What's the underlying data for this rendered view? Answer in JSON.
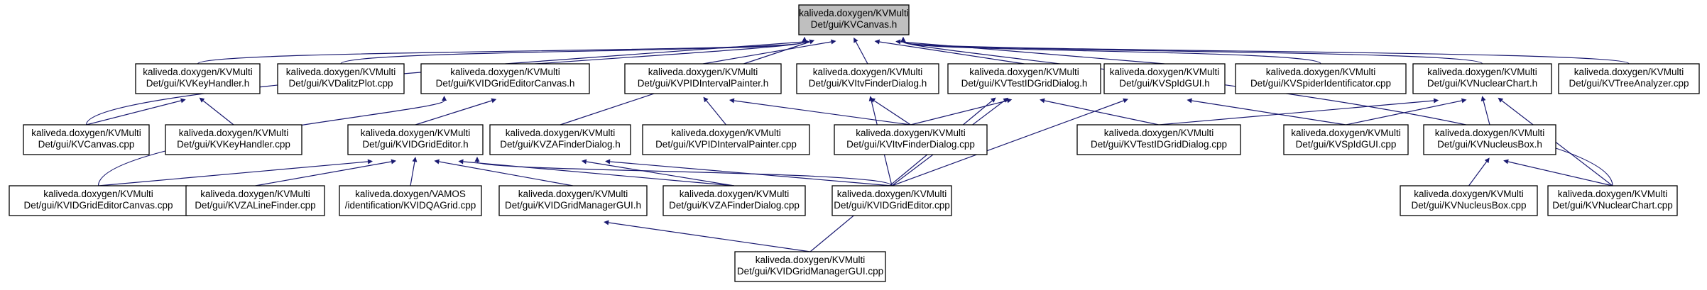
{
  "nodes": [
    {
      "id": "root",
      "lines": [
        "kaliveda.doxygen/KVMulti",
        "Det/gui/KVCanvas.h"
      ],
      "root": true
    },
    {
      "id": "keyhandler_h",
      "lines": [
        "kaliveda.doxygen/KVMulti",
        "Det/gui/KVKeyHandler.h"
      ]
    },
    {
      "id": "dalitzplot_cpp",
      "lines": [
        "kaliveda.doxygen/KVMulti",
        "Det/gui/KVDalitzPlot.cpp"
      ]
    },
    {
      "id": "idgrideditorcanvas_h",
      "lines": [
        "kaliveda.doxygen/KVMulti",
        "Det/gui/KVIDGridEditorCanvas.h"
      ]
    },
    {
      "id": "pidintervalpainter_h",
      "lines": [
        "kaliveda.doxygen/KVMulti",
        "Det/gui/KVPIDIntervalPainter.h"
      ]
    },
    {
      "id": "itvfinderdialog_h",
      "lines": [
        "kaliveda.doxygen/KVMulti",
        "Det/gui/KVItvFinderDialog.h"
      ]
    },
    {
      "id": "testidgriddialog_h",
      "lines": [
        "kaliveda.doxygen/KVMulti",
        "Det/gui/KVTestIDGridDialog.h"
      ]
    },
    {
      "id": "spidgui_h",
      "lines": [
        "kaliveda.doxygen/KVMulti",
        "Det/gui/KVSpIdGUI.h"
      ]
    },
    {
      "id": "spideridentificator_cpp",
      "lines": [
        "kaliveda.doxygen/KVMulti",
        "Det/gui/KVSpiderIdentificator.cpp"
      ]
    },
    {
      "id": "nuclearchart_h",
      "lines": [
        "kaliveda.doxygen/KVMulti",
        "Det/gui/KVNuclearChart.h"
      ]
    },
    {
      "id": "treeanalyzer_cpp",
      "lines": [
        "kaliveda.doxygen/KVMulti",
        "Det/gui/KVTreeAnalyzer.cpp"
      ]
    },
    {
      "id": "canvas_cpp",
      "lines": [
        "kaliveda.doxygen/KVMulti",
        "Det/gui/KVCanvas.cpp"
      ]
    },
    {
      "id": "keyhandler_cpp",
      "lines": [
        "kaliveda.doxygen/KVMulti",
        "Det/gui/KVKeyHandler.cpp"
      ]
    },
    {
      "id": "idgrideditor_h",
      "lines": [
        "kaliveda.doxygen/KVMulti",
        "Det/gui/KVIDGridEditor.h"
      ]
    },
    {
      "id": "zafinderdialog_h",
      "lines": [
        "kaliveda.doxygen/KVMulti",
        "Det/gui/KVZAFinderDialog.h"
      ]
    },
    {
      "id": "pidintervalpainter_cpp",
      "lines": [
        "kaliveda.doxygen/KVMulti",
        "Det/gui/KVPIDIntervalPainter.cpp"
      ]
    },
    {
      "id": "itvfinderdialog_cpp",
      "lines": [
        "kaliveda.doxygen/KVMulti",
        "Det/gui/KVItvFinderDialog.cpp"
      ]
    },
    {
      "id": "testidgriddialog_cpp",
      "lines": [
        "kaliveda.doxygen/KVMulti",
        "Det/gui/KVTestIDGridDialog.cpp"
      ]
    },
    {
      "id": "spidgui_cpp",
      "lines": [
        "kaliveda.doxygen/KVMulti",
        "Det/gui/KVSpIdGUI.cpp"
      ]
    },
    {
      "id": "nucleusbox_h",
      "lines": [
        "kaliveda.doxygen/KVMulti",
        "Det/gui/KVNucleusBox.h"
      ]
    },
    {
      "id": "idgrideditorcanvas_cpp",
      "lines": [
        "kaliveda.doxygen/KVMulti",
        "Det/gui/KVIDGridEditorCanvas.cpp"
      ]
    },
    {
      "id": "zalinefinder_cpp",
      "lines": [
        "kaliveda.doxygen/KVMulti",
        "Det/gui/KVZALineFinder.cpp"
      ]
    },
    {
      "id": "vamos_qagrid_cpp",
      "lines": [
        "kaliveda.doxygen/VAMOS",
        "/identification/KVIDQAGrid.cpp"
      ]
    },
    {
      "id": "idgridmanagergui_h",
      "lines": [
        "kaliveda.doxygen/KVMulti",
        "Det/gui/KVIDGridManagerGUI.h"
      ]
    },
    {
      "id": "zafinderdialog_cpp",
      "lines": [
        "kaliveda.doxygen/KVMulti",
        "Det/gui/KVZAFinderDialog.cpp"
      ]
    },
    {
      "id": "idgrideditor_cpp",
      "lines": [
        "kaliveda.doxygen/KVMulti",
        "Det/gui/KVIDGridEditor.cpp"
      ]
    },
    {
      "id": "nucleusbox_cpp",
      "lines": [
        "kaliveda.doxygen/KVMulti",
        "Det/gui/KVNucleusBox.cpp"
      ]
    },
    {
      "id": "nuclearchart_cpp",
      "lines": [
        "kaliveda.doxygen/KVMulti",
        "Det/gui/KVNuclearChart.cpp"
      ]
    },
    {
      "id": "idgridmanagergui_cpp",
      "lines": [
        "kaliveda.doxygen/KVMulti",
        "Det/gui/KVIDGridManagerGUI.cpp"
      ]
    }
  ],
  "edges": [
    {
      "from": "root",
      "to": "keyhandler_h"
    },
    {
      "from": "root",
      "to": "dalitzplot_cpp"
    },
    {
      "from": "root",
      "to": "idgrideditorcanvas_h"
    },
    {
      "from": "root",
      "to": "pidintervalpainter_h"
    },
    {
      "from": "root",
      "to": "itvfinderdialog_h"
    },
    {
      "from": "root",
      "to": "testidgriddialog_h"
    },
    {
      "from": "root",
      "to": "spidgui_h"
    },
    {
      "from": "root",
      "to": "spideridentificator_cpp"
    },
    {
      "from": "root",
      "to": "nuclearchart_h"
    },
    {
      "from": "root",
      "to": "treeanalyzer_cpp"
    },
    {
      "from": "root",
      "to": "canvas_cpp"
    },
    {
      "from": "root",
      "to": "zafinderdialog_h"
    },
    {
      "from": "root",
      "to": "nuclearchart_cpp"
    },
    {
      "from": "keyhandler_h",
      "to": "canvas_cpp"
    },
    {
      "from": "keyhandler_h",
      "to": "keyhandler_cpp"
    },
    {
      "from": "idgrideditorcanvas_h",
      "to": "idgrideditor_h"
    },
    {
      "from": "idgrideditorcanvas_h",
      "to": "idgrideditorcanvas_cpp"
    },
    {
      "from": "pidintervalpainter_h",
      "to": "pidintervalpainter_cpp"
    },
    {
      "from": "pidintervalpainter_h",
      "to": "itvfinderdialog_cpp"
    },
    {
      "from": "itvfinderdialog_h",
      "to": "itvfinderdialog_cpp"
    },
    {
      "from": "itvfinderdialog_h",
      "to": "idgrideditor_cpp"
    },
    {
      "from": "testidgriddialog_h",
      "to": "itvfinderdialog_cpp"
    },
    {
      "from": "testidgriddialog_h",
      "to": "testidgriddialog_cpp"
    },
    {
      "from": "testidgriddialog_h",
      "to": "idgrideditor_cpp"
    },
    {
      "from": "testidgriddialog_h",
      "to": "idgridmanagergui_cpp"
    },
    {
      "from": "spidgui_h",
      "to": "spidgui_cpp"
    },
    {
      "from": "spidgui_h",
      "to": "idgrideditor_cpp"
    },
    {
      "from": "nuclearchart_h",
      "to": "testidgriddialog_cpp"
    },
    {
      "from": "nuclearchart_h",
      "to": "spidgui_cpp"
    },
    {
      "from": "nuclearchart_h",
      "to": "nucleusbox_h"
    },
    {
      "from": "nuclearchart_h",
      "to": "nuclearchart_cpp"
    },
    {
      "from": "nucleusbox_h",
      "to": "nucleusbox_cpp"
    },
    {
      "from": "nucleusbox_h",
      "to": "nuclearchart_cpp"
    },
    {
      "from": "idgrideditor_h",
      "to": "idgrideditorcanvas_cpp"
    },
    {
      "from": "idgrideditor_h",
      "to": "zalinefinder_cpp"
    },
    {
      "from": "idgrideditor_h",
      "to": "vamos_qagrid_cpp"
    },
    {
      "from": "idgrideditor_h",
      "to": "idgridmanagergui_h"
    },
    {
      "from": "idgrideditor_h",
      "to": "zafinderdialog_cpp"
    },
    {
      "from": "idgrideditor_h",
      "to": "idgrideditor_cpp"
    },
    {
      "from": "zafinderdialog_h",
      "to": "zafinderdialog_cpp"
    },
    {
      "from": "zafinderdialog_h",
      "to": "idgrideditor_cpp"
    },
    {
      "from": "idgridmanagergui_h",
      "to": "idgridmanagergui_cpp"
    }
  ]
}
